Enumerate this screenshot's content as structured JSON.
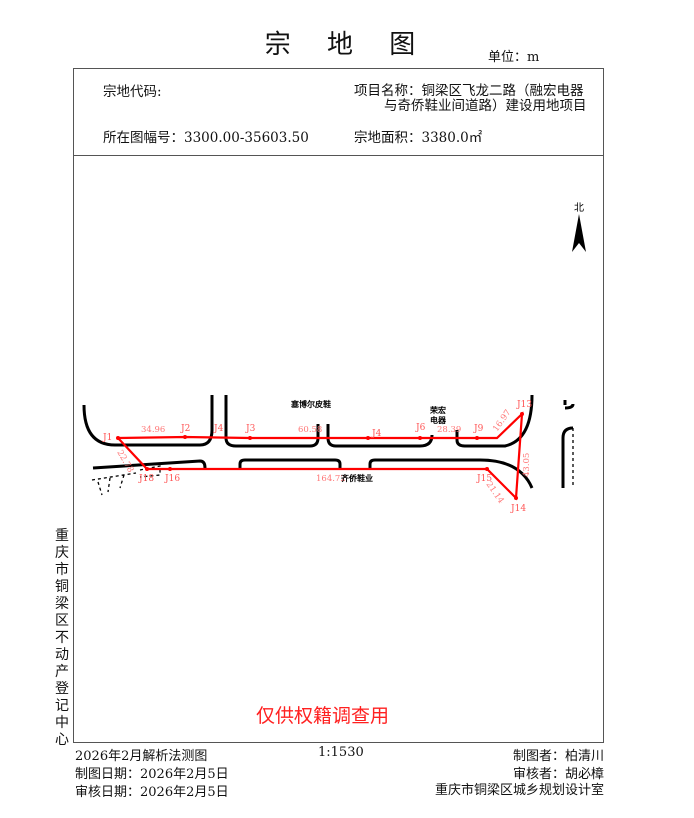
{
  "title": "宗 地 图",
  "unit": "单位：m",
  "header": {
    "parcel_code_label": "宗地代码:",
    "project_name_line1": "项目名称：铜梁区飞龙二路（融宏电器",
    "project_name_line2": "与奇侨鞋业间道路）建设用地项目",
    "sheet_no": "所在图幅号：3300.00-35603.50",
    "area": "宗地面积：3380.0㎡"
  },
  "map": {
    "north": "北",
    "buildings": [
      "塞博尔皮鞋",
      "荣宏",
      "电器",
      "齐侨鞋业"
    ],
    "points": [
      "J1",
      "J2",
      "J3",
      "J4",
      "J6",
      "J9",
      "J13",
      "J14",
      "J15",
      "J16",
      "J18",
      "J4"
    ],
    "lengths": [
      "34.96",
      "60.58",
      "28.39",
      "16.97",
      "43.05",
      "21.14",
      "164.72",
      "22.78"
    ],
    "accent_color": "#ff0000"
  },
  "left_vertical": "重庆市铜梁区不动产登记中心",
  "stamp": "仅供权籍调查用",
  "footer": {
    "method": "2026年2月解析法测图",
    "scale": "1:1530",
    "drafter": "制图者：柏清川",
    "draw_date": "制图日期：2026年2月5日",
    "reviewer": "审核者：胡必樟",
    "review_date": "审核日期：2026年2月5日",
    "org": "重庆市铜梁区城乡规划设计室"
  }
}
